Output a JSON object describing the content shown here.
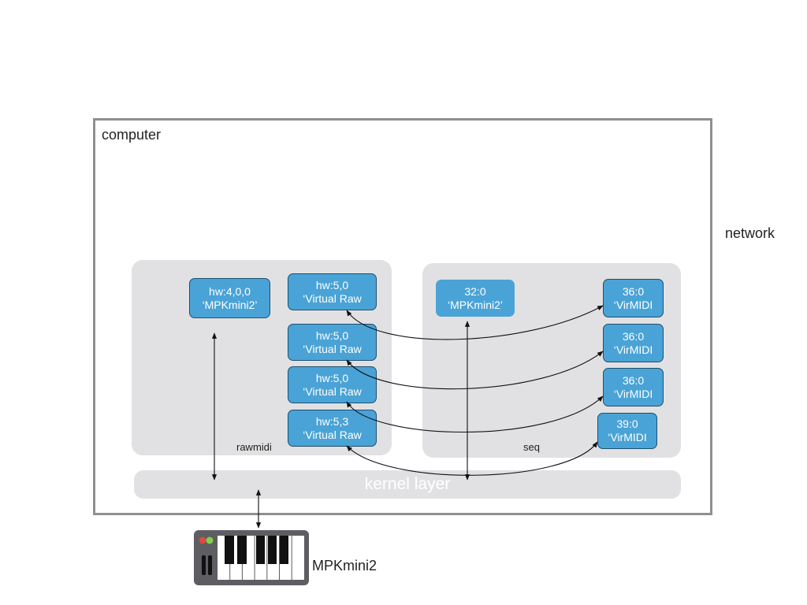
{
  "labels": {
    "computer": "computer",
    "network": "network",
    "rawmidi": "rawmidi",
    "seq": "seq",
    "kernel": "kernel layer",
    "device": "MPKmini2"
  },
  "rawmidi_nodes": [
    {
      "id": "hw:4,0,0",
      "name": "‘MPKmini2’"
    },
    {
      "id": "hw:5,0",
      "name": "‘Virtual Raw"
    },
    {
      "id": "hw:5,0",
      "name": "‘Virtual Raw"
    },
    {
      "id": "hw:5,0",
      "name": "‘Virtual Raw"
    },
    {
      "id": "hw:5,3",
      "name": "‘Virtual Raw"
    }
  ],
  "seq_nodes": [
    {
      "id": "32:0",
      "name": "‘MPKmini2’"
    },
    {
      "id": "36:0",
      "name": "‘VirMIDI"
    },
    {
      "id": "36:0",
      "name": "‘VirMIDI"
    },
    {
      "id": "36:0",
      "name": "‘VirMIDI"
    },
    {
      "id": "39:0",
      "name": "‘VirMIDI"
    }
  ],
  "colors": {
    "node_fill": "#4aa3d6",
    "panel": "#e1e1e3",
    "frame": "#8f8f8f"
  }
}
